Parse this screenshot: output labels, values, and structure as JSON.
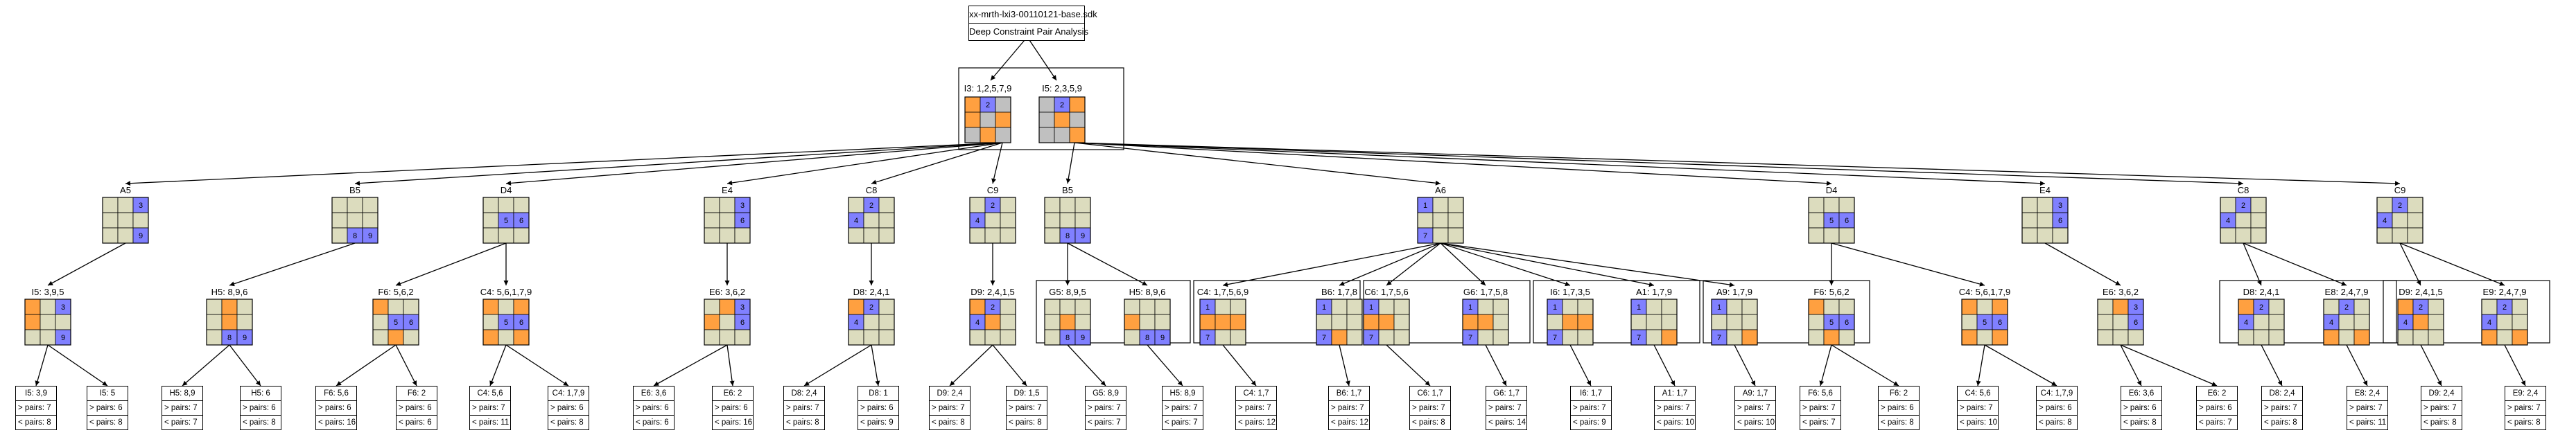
{
  "header": {
    "title": "xx-mrth-lxi3-00110121-base.sdk",
    "subtitle": "Deep Constraint Pair Analysis"
  },
  "colors": {
    "blue": "#8080ff",
    "orange": "#ffa040",
    "khaki": "#dcdcbe",
    "grey": "#c0c0c0",
    "white": "#ffffff",
    "line": "#000000"
  },
  "roots": [
    {
      "label": "I3: 1,2,5,7,9",
      "grid": [
        "O",
        "B:2",
        "G",
        "O",
        "G",
        "O",
        "G",
        "O",
        "G"
      ]
    },
    {
      "label": "I5: 2,3,5,9",
      "grid": [
        "G",
        "B:2",
        "O",
        "G",
        "O",
        "G",
        "G",
        "G",
        "O"
      ]
    }
  ],
  "level1": [
    {
      "label": "A5",
      "grid": [
        "K",
        "K",
        "B:3",
        "K",
        "K",
        "K",
        "K",
        "K",
        "B:9"
      ]
    },
    {
      "label": "B5",
      "grid": [
        "K",
        "K",
        "K",
        "K",
        "K",
        "K",
        "K",
        "B:8",
        "B:9"
      ]
    },
    {
      "label": "D4",
      "grid": [
        "K",
        "K",
        "K",
        "K",
        "B:5",
        "B:6",
        "K",
        "K",
        "K"
      ]
    },
    {
      "label": "E4",
      "grid": [
        "K",
        "K",
        "B:3",
        "K",
        "K",
        "B:6",
        "K",
        "K",
        "K"
      ]
    },
    {
      "label": "C8",
      "grid": [
        "K",
        "B:2",
        "K",
        "B:4",
        "K",
        "K",
        "K",
        "K",
        "K"
      ]
    },
    {
      "label": "C9",
      "grid": [
        "K",
        "B:2",
        "K",
        "B:4",
        "K",
        "K",
        "K",
        "K",
        "K"
      ]
    },
    {
      "label": "B5",
      "grid": [
        "K",
        "K",
        "K",
        "K",
        "K",
        "K",
        "K",
        "B:8",
        "B:9"
      ]
    },
    {
      "label": "A6",
      "grid": [
        "B:1",
        "K",
        "K",
        "K",
        "K",
        "K",
        "B:7",
        "K",
        "K"
      ]
    },
    {
      "label": "D4",
      "grid": [
        "K",
        "K",
        "K",
        "K",
        "B:5",
        "B:6",
        "K",
        "K",
        "K"
      ]
    },
    {
      "label": "E4",
      "grid": [
        "K",
        "K",
        "B:3",
        "K",
        "K",
        "B:6",
        "K",
        "K",
        "K"
      ]
    },
    {
      "label": "C8",
      "grid": [
        "K",
        "B:2",
        "K",
        "B:4",
        "K",
        "K",
        "K",
        "K",
        "K"
      ]
    },
    {
      "label": "C9",
      "grid": [
        "K",
        "B:2",
        "K",
        "B:4",
        "K",
        "K",
        "K",
        "K",
        "K"
      ]
    }
  ],
  "level2": [
    {
      "label": "I5: 3,9,5",
      "grid": [
        "O",
        "K",
        "B:3",
        "O",
        "K",
        "K",
        "K",
        "K",
        "B:9"
      ]
    },
    {
      "label": "H5: 8,9,6",
      "grid": [
        "K",
        "O",
        "K",
        "K",
        "O",
        "K",
        "K",
        "B:8",
        "B:9"
      ]
    },
    {
      "label": "F6: 5,6,2",
      "grid": [
        "O",
        "K",
        "K",
        "K",
        "B:5",
        "B:6",
        "K",
        "O",
        "K"
      ]
    },
    {
      "label": "C4: 5,6,1,7,9",
      "grid": [
        "O",
        "K",
        "O",
        "K",
        "B:5",
        "B:6",
        "O",
        "K",
        "O"
      ]
    },
    {
      "label": "E6: 3,6,2",
      "grid": [
        "K",
        "O",
        "B:3",
        "O",
        "K",
        "B:6",
        "K",
        "K",
        "K"
      ]
    },
    {
      "label": "D8: 2,4,1",
      "grid": [
        "O",
        "B:2",
        "K",
        "B:4",
        "K",
        "K",
        "K",
        "K",
        "K"
      ]
    },
    {
      "label": "D9: 2,4,1,5",
      "grid": [
        "O",
        "B:2",
        "K",
        "B:4",
        "O",
        "K",
        "K",
        "K",
        "K"
      ]
    },
    {
      "label": "G5: 8,9,5",
      "grid": [
        "K",
        "K",
        "K",
        "K",
        "O",
        "K",
        "K",
        "B:8",
        "B:9"
      ]
    },
    {
      "label": "H5: 8,9,6",
      "grid": [
        "K",
        "K",
        "K",
        "O",
        "K",
        "K",
        "K",
        "B:8",
        "B:9"
      ]
    },
    {
      "label": "C4: 1,7,5,6,9",
      "grid": [
        "B:1",
        "K",
        "K",
        "O",
        "O",
        "O",
        "B:7",
        "K",
        "K"
      ]
    },
    {
      "label": "B6: 1,7,8",
      "grid": [
        "B:1",
        "K",
        "K",
        "K",
        "K",
        "K",
        "B:7",
        "O",
        "K"
      ]
    },
    {
      "label": "C6: 1,7,5,6",
      "grid": [
        "B:1",
        "K",
        "K",
        "O",
        "O",
        "K",
        "B:7",
        "K",
        "K"
      ]
    },
    {
      "label": "G6: 1,7,5,8",
      "grid": [
        "B:1",
        "K",
        "K",
        "O",
        "O",
        "K",
        "B:7",
        "K",
        "K"
      ]
    },
    {
      "label": "I6: 1,7,3,5",
      "grid": [
        "B:1",
        "K",
        "K",
        "K",
        "O",
        "O",
        "B:7",
        "K",
        "K"
      ]
    },
    {
      "label": "A1: 1,7,9",
      "grid": [
        "B:1",
        "K",
        "K",
        "K",
        "K",
        "K",
        "B:7",
        "K",
        "O"
      ]
    },
    {
      "label": "A9: 1,7,9",
      "grid": [
        "B:1",
        "K",
        "K",
        "K",
        "K",
        "K",
        "B:7",
        "K",
        "O"
      ]
    },
    {
      "label": "F6: 5,6,2",
      "grid": [
        "O",
        "K",
        "K",
        "K",
        "B:5",
        "B:6",
        "K",
        "O",
        "K"
      ]
    },
    {
      "label": "C4: 5,6,1,7,9",
      "grid": [
        "O",
        "K",
        "O",
        "K",
        "B:5",
        "B:6",
        "O",
        "K",
        "O"
      ]
    },
    {
      "label": "E6: 3,6,2",
      "grid": [
        "K",
        "O",
        "B:3",
        "K",
        "K",
        "B:6",
        "K",
        "K",
        "K"
      ]
    },
    {
      "label": "D8: 2,4,1",
      "grid": [
        "O",
        "B:2",
        "K",
        "B:4",
        "K",
        "K",
        "K",
        "K",
        "K"
      ]
    },
    {
      "label": "E8: 2,4,7,9",
      "grid": [
        "K",
        "B:2",
        "K",
        "B:4",
        "K",
        "K",
        "O",
        "K",
        "O"
      ]
    },
    {
      "label": "D9: 2,4,1,5",
      "grid": [
        "O",
        "B:2",
        "K",
        "B:4",
        "O",
        "K",
        "K",
        "K",
        "K"
      ]
    },
    {
      "label": "E9: 2,4,7,9",
      "grid": [
        "K",
        "B:2",
        "K",
        "B:4",
        "K",
        "K",
        "O",
        "K",
        "O"
      ]
    }
  ],
  "leaves": [
    {
      "title": "I5: 3,9",
      "gt": "> pairs: 7",
      "lt": "< pairs: 8"
    },
    {
      "title": "I5: 5",
      "gt": "> pairs: 6",
      "lt": "< pairs: 8"
    },
    {
      "title": "H5: 8,9",
      "gt": "> pairs: 7",
      "lt": "< pairs: 7"
    },
    {
      "title": "H5: 6",
      "gt": "> pairs: 6",
      "lt": "< pairs: 8"
    },
    {
      "title": "F6: 5,6",
      "gt": "> pairs: 6",
      "lt": "< pairs: 16"
    },
    {
      "title": "F6: 2",
      "gt": "> pairs: 6",
      "lt": "< pairs: 6"
    },
    {
      "title": "C4: 5,6",
      "gt": "> pairs: 7",
      "lt": "< pairs: 11"
    },
    {
      "title": "C4: 1,7,9",
      "gt": "> pairs: 6",
      "lt": "< pairs: 8"
    },
    {
      "title": "E6: 3,6",
      "gt": "> pairs: 6",
      "lt": "< pairs: 6"
    },
    {
      "title": "E6: 2",
      "gt": "> pairs: 6",
      "lt": "< pairs: 16"
    },
    {
      "title": "D8: 2,4",
      "gt": "> pairs: 7",
      "lt": "< pairs: 8"
    },
    {
      "title": "D8: 1",
      "gt": "> pairs: 6",
      "lt": "< pairs: 9"
    },
    {
      "title": "D9: 2,4",
      "gt": "> pairs: 7",
      "lt": "< pairs: 8"
    },
    {
      "title": "D9: 1,5",
      "gt": "> pairs: 7",
      "lt": "< pairs: 8"
    },
    {
      "title": "G5: 8,9",
      "gt": "> pairs: 7",
      "lt": "< pairs: 7"
    },
    {
      "title": "H5: 8,9",
      "gt": "> pairs: 7",
      "lt": "< pairs: 7"
    },
    {
      "title": "C4: 1,7",
      "gt": "> pairs: 7",
      "lt": "< pairs: 12"
    },
    {
      "title": "B6: 1,7",
      "gt": "> pairs: 7",
      "lt": "< pairs: 12"
    },
    {
      "title": "C6: 1,7",
      "gt": "> pairs: 7",
      "lt": "< pairs: 8"
    },
    {
      "title": "G6: 1,7",
      "gt": "> pairs: 7",
      "lt": "< pairs: 14"
    },
    {
      "title": "I6: 1,7",
      "gt": "> pairs: 7",
      "lt": "< pairs: 9"
    },
    {
      "title": "A1: 1,7",
      "gt": "> pairs: 7",
      "lt": "< pairs: 10"
    },
    {
      "title": "A9: 1,7",
      "gt": "> pairs: 7",
      "lt": "< pairs: 10"
    },
    {
      "title": "F6: 5,6",
      "gt": "> pairs: 7",
      "lt": "< pairs: 7"
    },
    {
      "title": "F6: 2",
      "gt": "> pairs: 6",
      "lt": "< pairs: 8"
    },
    {
      "title": "C4: 5,6",
      "gt": "> pairs: 7",
      "lt": "< pairs: 10"
    },
    {
      "title": "C4: 1,7,9",
      "gt": "> pairs: 6",
      "lt": "< pairs: 8"
    },
    {
      "title": "E6: 3,6",
      "gt": "> pairs: 6",
      "lt": "< pairs: 8"
    },
    {
      "title": "E6: 2",
      "gt": "> pairs: 6",
      "lt": "< pairs: 7"
    },
    {
      "title": "D8: 2,4",
      "gt": "> pairs: 7",
      "lt": "< pairs: 8"
    },
    {
      "title": "E8: 2,4",
      "gt": "> pairs: 7",
      "lt": "< pairs: 11"
    },
    {
      "title": "D9: 2,4",
      "gt": "> pairs: 7",
      "lt": "< pairs: 8"
    },
    {
      "title": "E9: 2,4",
      "gt": "> pairs: 7",
      "lt": "< pairs: 8"
    }
  ]
}
